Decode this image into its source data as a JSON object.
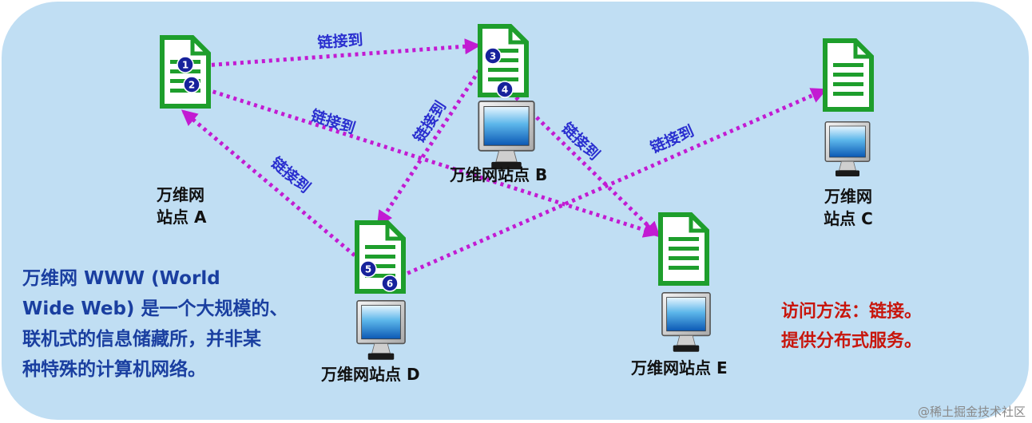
{
  "sites": {
    "a": {
      "line1": "万维网",
      "line2": "站点 A"
    },
    "b": {
      "label": "万维网站点 B"
    },
    "c": {
      "line1": "万维网",
      "line2": "站点 C"
    },
    "d": {
      "label": "万维网站点 D"
    },
    "e": {
      "label": "万维网站点 E"
    }
  },
  "links": {
    "label": "链接到"
  },
  "markers": [
    "1",
    "2",
    "3",
    "4",
    "5",
    "6"
  ],
  "description": {
    "line1": "万维网 WWW (World",
    "line2": "Wide Web) 是一个大规模的、",
    "line3": "联机式的信息储藏所，并非某",
    "line4": "种特殊的计算机网络。"
  },
  "notes": {
    "line1": "访问方法：链接。",
    "line2": "提供分布式服务。"
  },
  "watermark": "@稀土掘金技术社区",
  "colors": {
    "background": "#c0def3",
    "link": "#c21bd2",
    "document": "#1e9e2c",
    "description": "#1a3fa0",
    "note": "#c8160c"
  }
}
